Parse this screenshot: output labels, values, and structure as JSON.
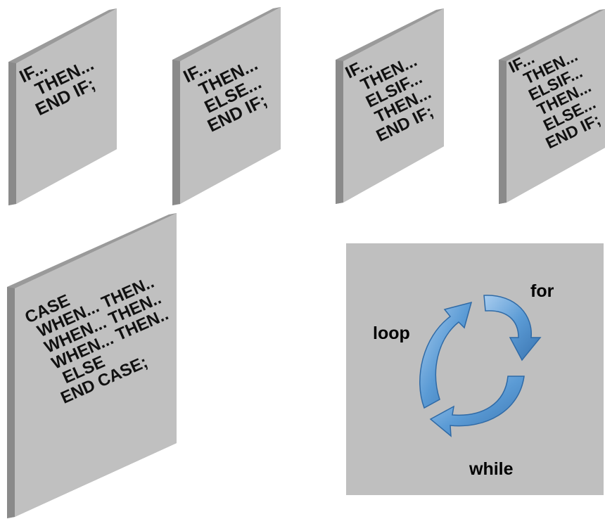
{
  "panels": [
    {
      "id": "if-then",
      "lines": [
        "IF...",
        "THEN...",
        "END IF;"
      ]
    },
    {
      "id": "if-then-else",
      "lines": [
        "IF...",
        "THEN...",
        "ELSE...",
        "END IF;"
      ]
    },
    {
      "id": "if-then-elsif",
      "lines": [
        "IF...",
        "THEN...",
        "ELSIF...",
        "THEN...",
        "END IF;"
      ]
    },
    {
      "id": "if-then-elsif-else",
      "lines": [
        "IF...",
        "THEN...",
        "ELSIF...",
        "THEN...",
        "ELSE...",
        "END IF;"
      ]
    },
    {
      "id": "case",
      "lines": [
        "CASE",
        "WHEN... THEN..",
        "WHEN... THEN..",
        "WHEN... THEN..",
        "ELSE",
        "END CASE;"
      ]
    }
  ],
  "loop_panel": {
    "labels": {
      "for": "for",
      "loop": "loop",
      "while": "while"
    },
    "colors": {
      "panel": "#bfbfbf",
      "arrow": "#5b9bd5",
      "arrow_light": "#9cc4ea",
      "arrow_dark": "#3a74b0"
    }
  }
}
